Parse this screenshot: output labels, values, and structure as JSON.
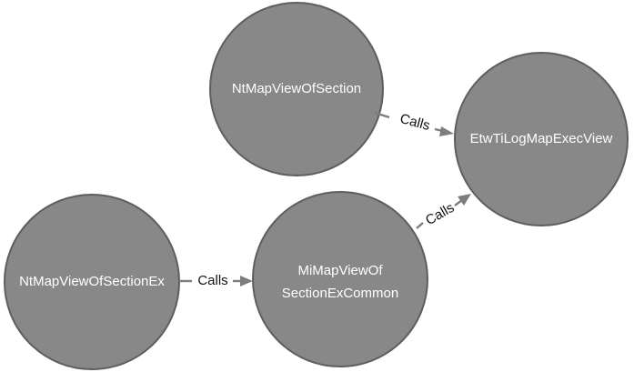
{
  "nodes": {
    "nt_map_view_of_section": "NtMapViewOfSection",
    "etw_ti_log_map_exec_view": "EtwTiLogMapExecView",
    "nt_map_view_of_section_ex": "NtMapViewOfSectionEx",
    "mi_map_view_of_section_ex_common": [
      "MiMapViewOf",
      "SectionExCommon"
    ]
  },
  "edges": {
    "section_to_etw": "Calls",
    "common_to_etw": "Calls",
    "sectionex_to_common": "Calls"
  },
  "colors": {
    "node_fill": "#888888",
    "node_stroke": "#5e5e5e",
    "arrow": "#7d7d7d",
    "node_text": "#ffffff",
    "edge_text": "#111111"
  }
}
